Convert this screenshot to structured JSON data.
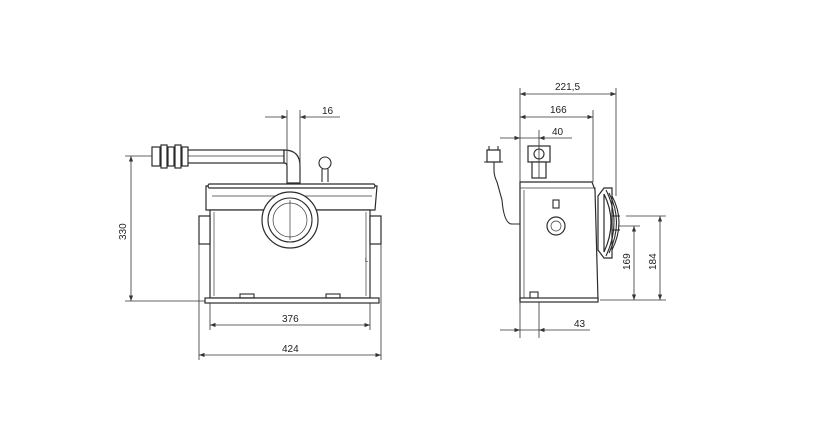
{
  "front_view": {
    "dim_height": "330",
    "dim_outlet": "16",
    "dim_inner_width": "376",
    "dim_overall_width": "424"
  },
  "side_view": {
    "dim_depth": "221,5",
    "dim_top": "166",
    "dim_outlet": "40",
    "dim_inlet_height": "169",
    "dim_height": "184",
    "dim_bottom": "43"
  }
}
